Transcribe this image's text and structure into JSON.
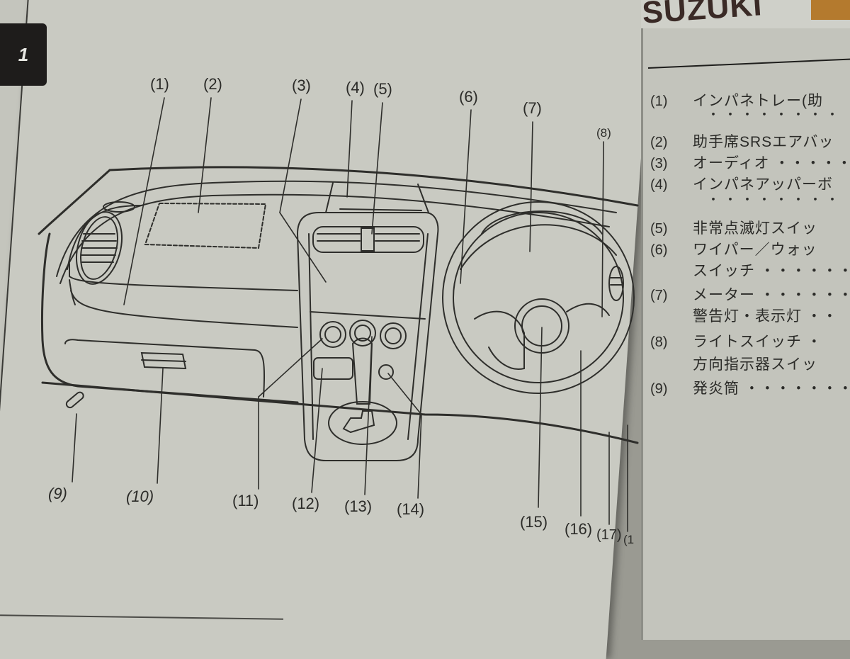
{
  "document": {
    "type": "car owner's manual page",
    "brand": "SUZUKI",
    "chapter_tab": "1",
    "colors": {
      "paper": "#c9cac2",
      "ink": "#2b2b28",
      "chapter_tab_bg": "#1e1c1b",
      "brand_color": "#3a2a26",
      "orange_tab": "#b47a2e"
    }
  },
  "diagram": {
    "title": "Instrument panel diagram",
    "callouts": [
      {
        "id": "1",
        "label": "(1)"
      },
      {
        "id": "2",
        "label": "(2)"
      },
      {
        "id": "3",
        "label": "(3)"
      },
      {
        "id": "4",
        "label": "(4)"
      },
      {
        "id": "5",
        "label": "(5)"
      },
      {
        "id": "6",
        "label": "(6)"
      },
      {
        "id": "7",
        "label": "(7)"
      },
      {
        "id": "8",
        "label": "(8)"
      },
      {
        "id": "9",
        "label": "(9)"
      },
      {
        "id": "10",
        "label": "(10)"
      },
      {
        "id": "11",
        "label": "(11)"
      },
      {
        "id": "12",
        "label": "(12)"
      },
      {
        "id": "13",
        "label": "(13)"
      },
      {
        "id": "14",
        "label": "(14)"
      },
      {
        "id": "15",
        "label": "(15)"
      },
      {
        "id": "16",
        "label": "(16)"
      },
      {
        "id": "17",
        "label": "(17)"
      },
      {
        "id": "18",
        "label": "(1"
      }
    ]
  },
  "legend": {
    "items": [
      {
        "num": "(1)",
        "lines": [
          "インパネトレー(助",
          "・・・・・・・・"
        ]
      },
      {
        "num": "(2)",
        "lines": [
          "助手席SRSエアバッ"
        ]
      },
      {
        "num": "(3)",
        "lines": [
          "オーディオ ・・・・・"
        ]
      },
      {
        "num": "(4)",
        "lines": [
          "インパネアッパーボ",
          "・・・・・・・・"
        ]
      },
      {
        "num": "(5)",
        "lines": [
          "非常点滅灯スイッ"
        ]
      },
      {
        "num": "(6)",
        "lines": [
          "ワイパー／ウォッ",
          "スイッチ ・・・・・・"
        ]
      },
      {
        "num": "(7)",
        "lines": [
          "メーター ・・・・・・",
          "警告灯・表示灯 ・・"
        ]
      },
      {
        "num": "(8)",
        "lines": [
          "ライトスイッチ ・",
          "方向指示器スイッ"
        ]
      },
      {
        "num": "(9)",
        "lines": [
          "発炎筒 ・・・・・・・"
        ]
      }
    ]
  }
}
